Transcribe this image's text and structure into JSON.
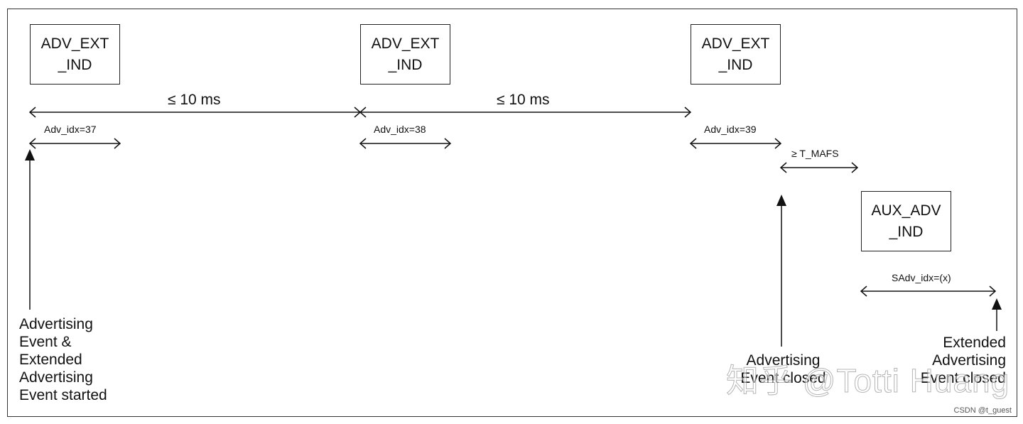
{
  "pdus": [
    {
      "line1": "ADV_EXT",
      "line2": "_IND"
    },
    {
      "line1": "ADV_EXT",
      "line2": "_IND"
    },
    {
      "line1": "ADV_EXT",
      "line2": "_IND"
    },
    {
      "line1": "AUX_ADV",
      "line2": "_IND"
    }
  ],
  "intervals": [
    "≤ 10 ms",
    "≤ 10 ms"
  ],
  "adv_idx": [
    "Adv_idx=37",
    "Adv_idx=38",
    "Adv_idx=39"
  ],
  "mafs_label": "≥ T_MAFS",
  "sadv_idx": "SAdv_idx=(x)",
  "events": {
    "started": "Advertising Event & Extended Advertising Event started",
    "adv_closed": "Advertising Event closed",
    "ext_closed": "Extended Advertising Event closed"
  },
  "watermark": "知乎 @Totti Huang",
  "source_tag": "CSDN @t_guest"
}
